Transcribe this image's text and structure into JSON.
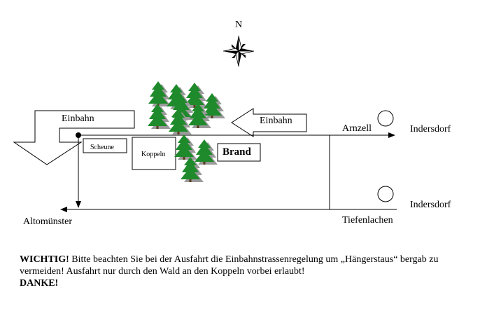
{
  "compass": {
    "label": "N",
    "icon": "compass-rose-icon"
  },
  "places": {
    "arnzell": "Arnzell",
    "indersdorf_top": "Indersdorf",
    "indersdorf_bottom": "Indersdorf",
    "altomuenster": "Altomünster",
    "tiefenlachen": "Tiefenlachen"
  },
  "signs": {
    "einbahn_left": "Einbahn",
    "einbahn_right": "Einbahn"
  },
  "buildings": {
    "scheune": "Scheune",
    "koppeln": "Koppeln",
    "brand": "Brand"
  },
  "notice": {
    "lead": "WICHTIG!",
    "text": " Bitte beachten Sie bei der Ausfahrt die Einbahnstrassenregelung um „Hängerstaus“ bergab zu vermeiden! Ausfahrt nur durch den Wald an den Koppeln vorbei erlaubt!",
    "thanks": "DANKE!"
  },
  "colors": {
    "tree": "#1f8a2b",
    "tree_shadow": "#9a9a9a",
    "line": "#000000"
  }
}
